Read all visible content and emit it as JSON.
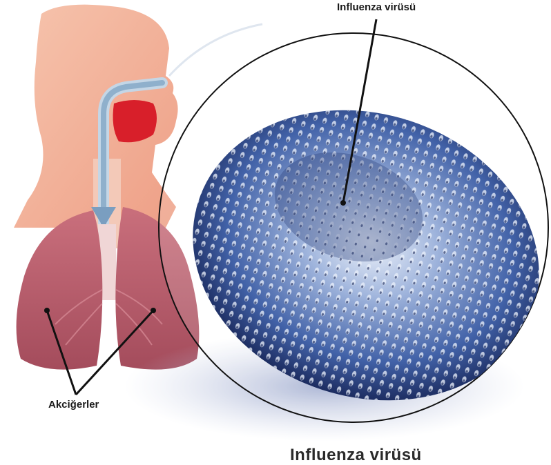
{
  "labels": {
    "virus_top": "Influenza virüsü",
    "lungs": "Akciğerler",
    "virus_bottom": "Influenza virüsü"
  },
  "colors": {
    "skin": "#f2b49a",
    "mouth_red": "#d81f2a",
    "airway_blue": "#8fb0cc",
    "lung_pink": "#b85a68",
    "virus_blue": "#3d5fa8",
    "virus_dark": "#1f2f66",
    "leader_line": "#111111"
  },
  "icons": {
    "head": "human-head-silhouette",
    "arrow": "airflow-arrow",
    "lungs": "lungs-illustration",
    "magnifier": "magnification-circle",
    "virus": "influenza-virus-particle"
  }
}
